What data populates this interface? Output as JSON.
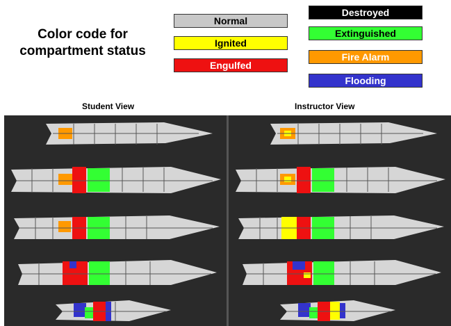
{
  "legend": {
    "title_line1": "Color code for",
    "title_line2": "compartment status",
    "items": [
      {
        "label": "Normal",
        "color": "#c8c8c8",
        "text_color": "#000000"
      },
      {
        "label": "Ignited",
        "color": "#ffff00",
        "text_color": "#000000"
      },
      {
        "label": "Engulfed",
        "color": "#ee1111",
        "text_color": "#ffffff"
      },
      {
        "label": "Destroyed",
        "color": "#000000",
        "text_color": "#ffffff"
      },
      {
        "label": "Extinguished",
        "color": "#33ff33",
        "text_color": "#000000"
      },
      {
        "label": "Fire Alarm",
        "color": "#ff9900",
        "text_color": "#ffffff"
      },
      {
        "label": "Flooding",
        "color": "#3333cc",
        "text_color": "#ffffff"
      }
    ]
  },
  "views": {
    "student_label": "Student View",
    "instructor_label": "Instructor View"
  }
}
